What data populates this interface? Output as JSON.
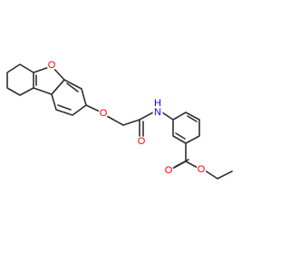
{
  "molecule": {
    "atom_labels": {
      "furan_oxygen": "O",
      "ether_oxygen": "O",
      "amide_nitrogen": "N",
      "amide_hydrogen": "H",
      "amide_carbonyl_oxygen": "O",
      "ester_oxygen": "O",
      "ester_carbonyl_oxygen": "O"
    },
    "colors": {
      "bond": "#303030",
      "oxygen": "#ff0000",
      "nitrogen": "#0000ff"
    }
  }
}
